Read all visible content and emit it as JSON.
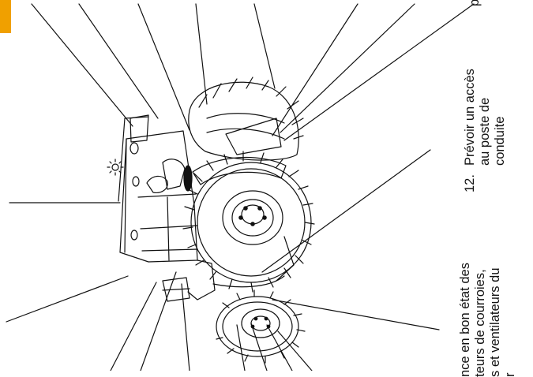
{
  "colors": {
    "accent_tab": "#f0a000",
    "line": "#111111"
  },
  "labels": {
    "item12": {
      "number": "12.",
      "lines": [
        "Prévoir un accès",
        "au poste de",
        "conduite"
      ]
    },
    "belt_note": {
      "lines": [
        "nce en bon état des",
        "teurs de courroies,",
        "s et ventilateurs du",
        "r"
      ]
    },
    "top_right_fragment": "p"
  },
  "icons": {
    "cab_light": "sun-icon"
  }
}
